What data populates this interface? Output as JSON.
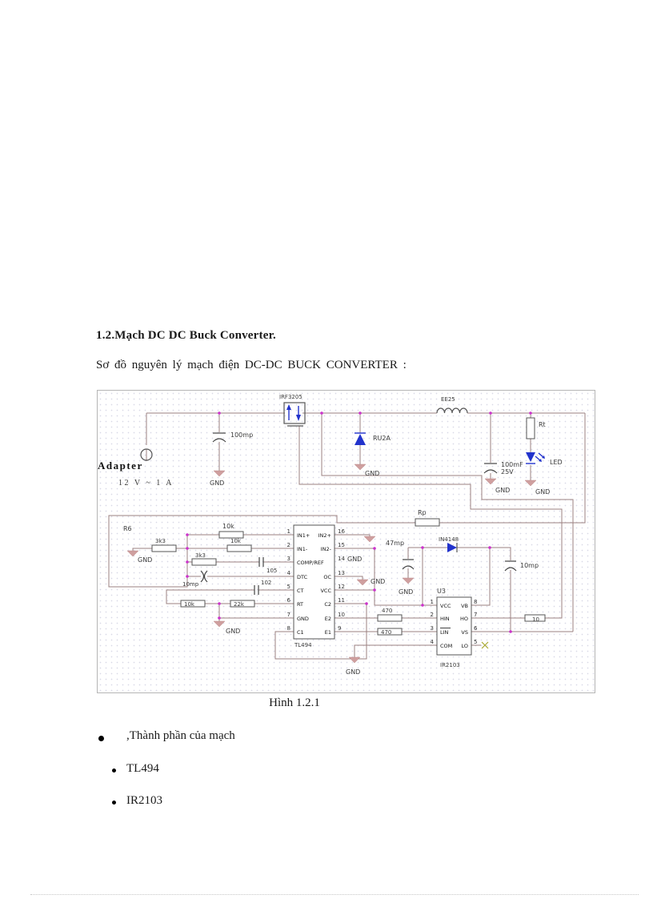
{
  "doc": {
    "heading": "1.2.Mạch DC DC Buck Converter.",
    "intro": "Sơ đồ nguyên lý mạch điện DC-DC BUCK CONVERTER  :",
    "caption": "Hình 1.2.1",
    "bullets": [
      ",Thành phần  của mạch",
      "TL494",
      "IR2103"
    ]
  },
  "schematic": {
    "power": {
      "adapter": "Adapter",
      "rating": "12 V ~ 1 A",
      "input_cap": "100mp",
      "mosfet": "IRF3205",
      "freewheel_diode": "RU2A",
      "inductor": "EE25",
      "output_cap": "100mF",
      "output_cap_voltage": "25V",
      "led_resistor": "Rt",
      "led": "LED"
    },
    "fb": {
      "rp": "Rp",
      "r6": "R6",
      "r_10k_top": "10k",
      "r_3k3_a": "3k3",
      "r_10k_b": "10k",
      "c_105": "105",
      "r_3k3_b": "3k3",
      "c_10mp": "10mp",
      "c_102": "102",
      "r_10k_c": "10k",
      "r_22k": "22k"
    },
    "drv": {
      "c_47mp": "47mp",
      "boot_diode": "IN4148",
      "c_boot": "10mp",
      "u3": "U3",
      "r_gate": "10",
      "r_470_a": "470",
      "r_470_b": "470"
    },
    "gnd": "GND",
    "tl494": {
      "name": "TL494",
      "left_labels": [
        "IN1+",
        "IN1-",
        "COMP/REF",
        "DTC",
        "CT",
        "RT",
        "GND",
        "C1"
      ],
      "right_labels": [
        "IN2+",
        "IN2-",
        "",
        "OC",
        "VCC",
        "C2",
        "E2",
        "E1"
      ],
      "left_pins": [
        "1",
        "2",
        "3",
        "4",
        "5",
        "6",
        "7",
        "8"
      ],
      "right_pins": [
        "16",
        "15",
        "14",
        "13",
        "12",
        "11",
        "10",
        "9"
      ]
    },
    "ir2103": {
      "name": "IR2103",
      "left_labels": [
        "VCC",
        "HIN",
        "LIN",
        "COM"
      ],
      "right_labels": [
        "VB",
        "HO",
        "VS",
        "LO"
      ],
      "left_pins": [
        "1",
        "2",
        "3",
        "4"
      ],
      "right_pins": [
        "8",
        "7",
        "6",
        "5"
      ]
    }
  }
}
